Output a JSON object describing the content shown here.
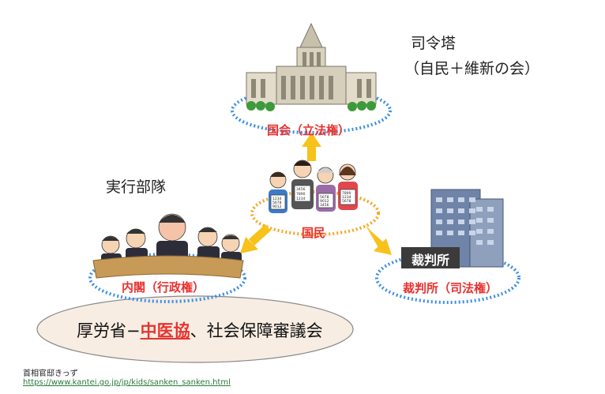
{
  "annotations": {
    "command_tower_line1": "司令塔",
    "command_tower_line2": "（自民＋維新の会）",
    "execution_unit": "実行部隊"
  },
  "nodes": {
    "diet": {
      "label": "国会（立法権）"
    },
    "citizens": {
      "label": "国民"
    },
    "cabinet": {
      "label": "内閣（行政権）"
    },
    "court": {
      "label": "裁判所（司法権）",
      "sign": "裁判所"
    }
  },
  "citizen_cards": {
    "c1": "1234\n5678\n9012",
    "c2": "3456\n7890\n1234",
    "c3": "5678\n9012\n3456",
    "c4": "7890\n1234\n5678"
  },
  "ministry_box": {
    "prefix": "厚労省−",
    "highlight": "中医協",
    "suffix": "、社会保障審議会"
  },
  "source": {
    "name": "首相官邸きっず",
    "url": "https://www.kantei.go.jp/jp/kids/sanken_sanken.html"
  },
  "colors": {
    "ellipse_blue": "#3a8ee6",
    "ellipse_orange": "#f5a623",
    "arrow": "#f7c21b",
    "label_red": "#e8322f",
    "highlight_red": "#e8322f",
    "ministry_fill": "#f7ede2"
  }
}
